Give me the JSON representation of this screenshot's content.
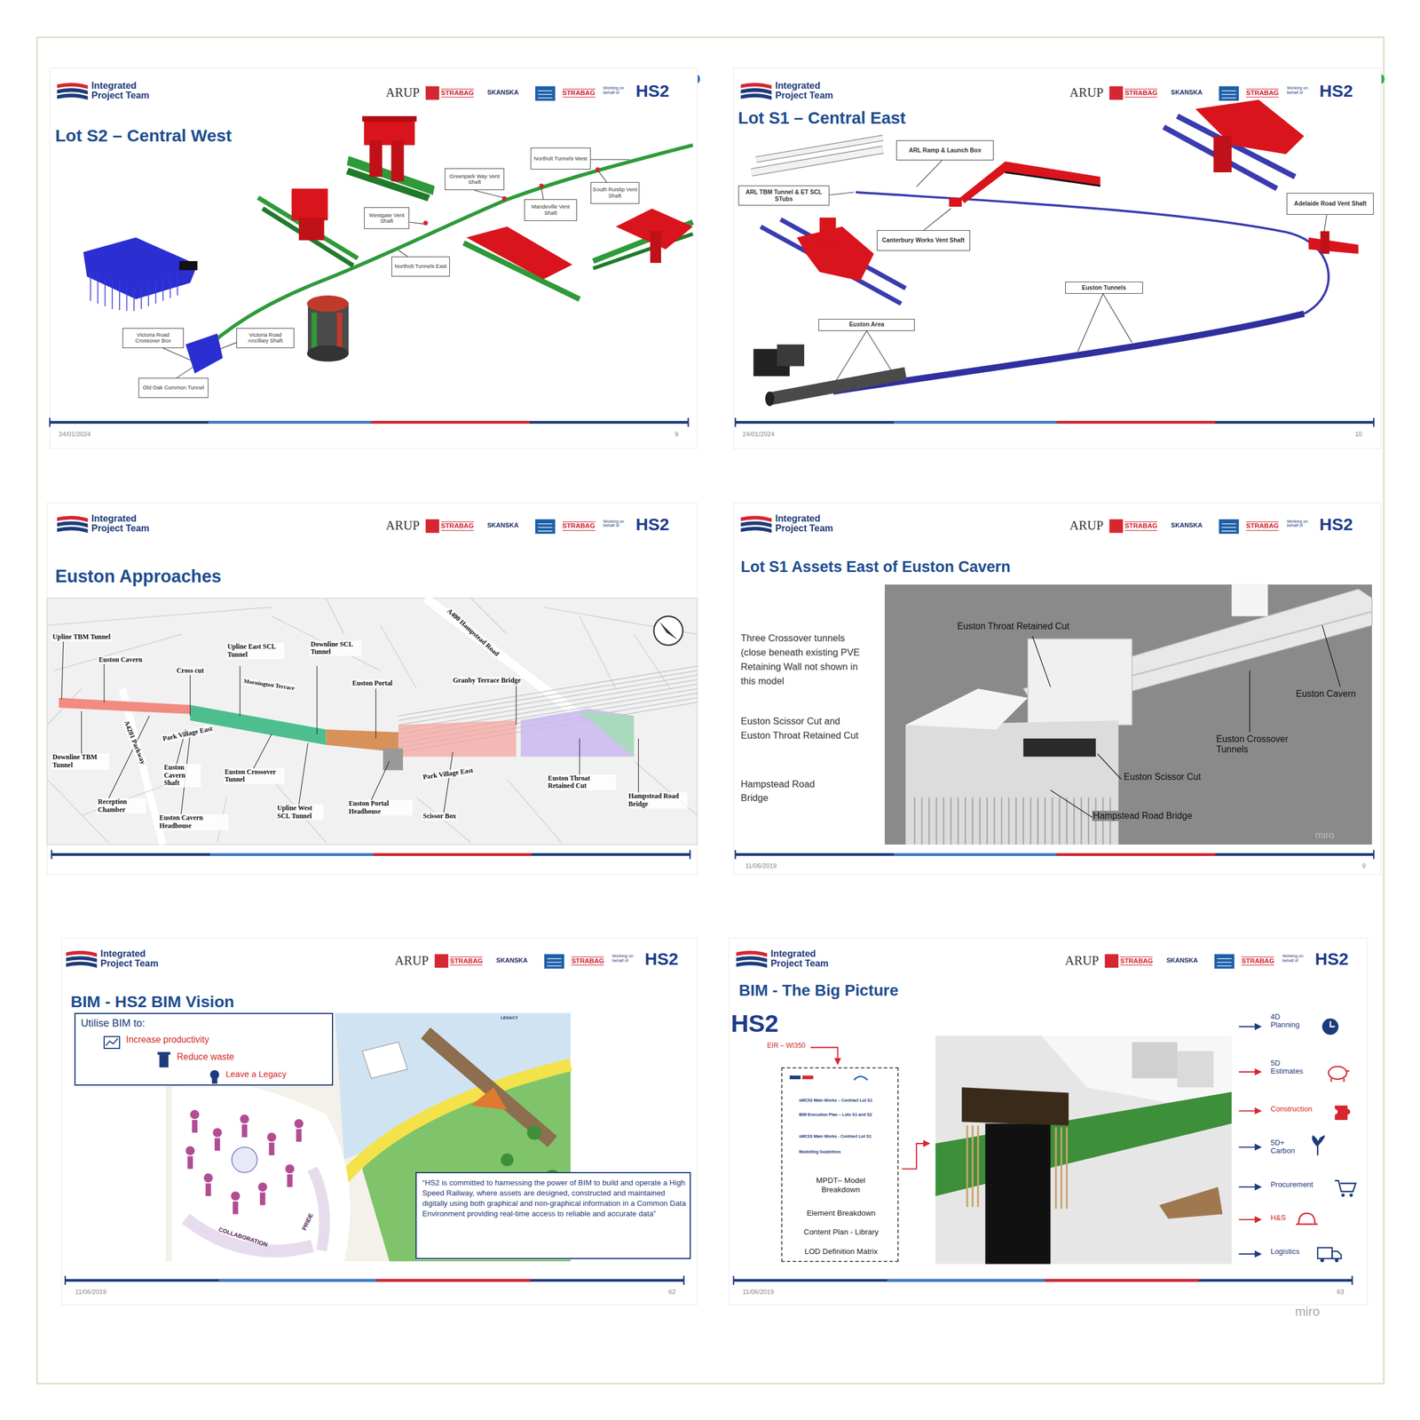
{
  "diagram": {
    "nodes": [
      {
        "text": [
          "Integrated Project Team",
          "ARUP",
          "STRABAG",
          "SKANSKA",
          "STRABAG",
          "Working on behalf of",
          "HS2",
          "Lot S2 – Central West",
          "24/01/2024",
          "9"
        ]
      },
      {
        "text": [
          "Greenpark Way Vent Shaft"
        ],
        "in": 0
      },
      {
        "text": [
          "Northolt Tunnels West"
        ],
        "in": 0
      },
      {
        "text": [
          "Westgate Vent Shaft"
        ],
        "in": 0
      },
      {
        "text": [
          "South Ruislip Vent Shaft"
        ],
        "in": 0
      },
      {
        "text": [
          "Mandeville Vent Shaft"
        ],
        "in": 0
      },
      {
        "text": [
          "Northolt Tunnels East"
        ],
        "in": 0
      },
      {
        "text": [
          "Victoria Road Crossover Box"
        ],
        "in": 0
      },
      {
        "text": [
          "Victoria Road Ancillary Shaft"
        ],
        "in": 0
      },
      {
        "text": [
          "Old Oak Common Tunnel"
        ],
        "in": 0
      },
      {
        "text": [
          "Integrated Project Team",
          "ARUP",
          "STRABAG",
          "SKANSKA",
          "STRABAG",
          "Working on behalf of",
          "HS2",
          "Lot S1 – Central East",
          "24/01/2024",
          "10"
        ]
      },
      {
        "text": [
          "ARL Ramp & Launch Box"
        ],
        "in": 10
      },
      {
        "text": [
          "ARL TBM Tunnel & ET SCL STubs"
        ],
        "in": 10
      },
      {
        "text": [
          "Canterbury Works Vent Shaft"
        ],
        "in": 10
      },
      {
        "text": [
          "Adelaide Road Vent Shaft"
        ],
        "in": 10
      },
      {
        "text": [
          "Euston Tunnels"
        ],
        "in": 10
      },
      {
        "text": [
          "Euston Area"
        ],
        "in": 10
      },
      {
        "text": [
          "Integrated Project Team",
          "ARUP",
          "STRABAG",
          "SKANSKA",
          "STRABAG",
          "Working on behalf of",
          "HS2",
          "Euston Approaches"
        ]
      },
      {
        "text": [
          "Integrated Project Team",
          "ARUP",
          "STRABAG",
          "SKANSKA",
          "STRABAG",
          "Working on behalf of",
          "HS2",
          "Lot S1 Assets East of Euston Cavern",
          "11/06/2019",
          "9"
        ]
      },
      {
        "text": [
          "Integrated Project Team",
          "ARUP",
          "STRABAG",
          "SKANSKA",
          "STRABAG",
          "Working on behalf of",
          "HS2",
          "BIM - HS2 BIM Vision",
          "11/06/2019",
          "62"
        ]
      },
      {
        "text": [
          "Utilise BIM to:",
          "Increase productivity",
          "Reduce waste",
          "Leave a Legacy"
        ],
        "in": 19
      },
      {
        "text": [
          "“HS2 is committed to harnessing the power of BIM to build and operate a High Speed Railway, where assets are designed, constructed and maintained digitally using both graphical and non-graphical information in a Common Data Environment providing real-time access to reliable and accurate data”"
        ],
        "in": 19
      },
      {
        "text": [
          "Integrated Project Team",
          "ARUP",
          "STRABAG",
          "SKANSKA",
          "STRABAG",
          "Working on behalf of",
          "HS2",
          "BIM - The Big Picture",
          "11/06/2019",
          "63"
        ]
      },
      {
        "text": [
          "sMC03 Main Works – Contract Lot S1",
          "BIM Execution Plan – Lots S1 and S2",
          "sMC03 Main Works - Contract Lot S1",
          "Modelling Guidelines",
          "MPDT– Model Breakdown",
          "Element Breakdown",
          "Content Plan - Library",
          "LOD Definition Matrix"
        ],
        "in": 22
      }
    ],
    "labels": [
      "Upline TBM Tunnel",
      "Euston Cavern",
      "Cross cut",
      "Upline East SCL Tunnel",
      "Downline SCL Tunnel",
      "Mornington Terrace",
      "A400 Hampstead Road",
      "Euston Portal",
      "Granby Terrace Bridge",
      "A4201 Parkway",
      "Park Village East",
      "Downline TBM Tunnel",
      "Euston Cavern Shaft",
      "Euston Crossover Tunnel",
      "Park Village East",
      "Reception Chamber",
      "Euston Cavern Headhouse",
      "Upline West SCL Tunnel",
      "Euston Portal Headhouse",
      "Scissor Box",
      "Euston Throat Retained Cut",
      "Hampstead Road Bridge",
      "Three Crossover tunnels (close beneath existing PVE Retaining Wall not shown in this model",
      "Euston Scissor Cut and Euston Throat Retained Cut",
      "Hampstead Road Bridge",
      "Euston Throat Retained Cut",
      "Euston Cavern",
      "Euston Crossover Tunnels",
      "Euston Scissor Cut",
      "Hampstead Road Bridge",
      "miro",
      "LEGACY",
      "COLLABORATION",
      "PRIDE",
      "HS2",
      "EIR – WI350",
      "4D Planning",
      "5D Estimates",
      "Construction",
      "5D+ Carbon",
      "Procurement",
      "H&S",
      "Logistics",
      "miro"
    ]
  }
}
